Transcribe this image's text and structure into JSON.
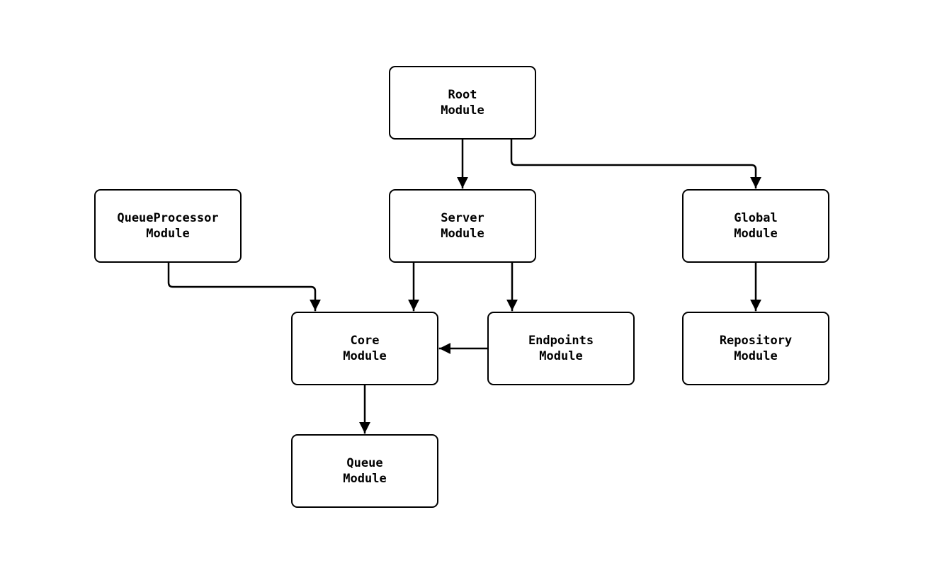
{
  "diagram": {
    "type": "flowchart",
    "direction": "top-down",
    "colors": {
      "background": "#ffffff",
      "node_fill": "#ffffff",
      "node_border": "#000000",
      "edge": "#000000",
      "text": "#000000"
    },
    "nodes": {
      "root": {
        "line1": "Root",
        "line2": "Module"
      },
      "queue_processor": {
        "line1": "QueueProcessor",
        "line2": "Module"
      },
      "server": {
        "line1": "Server",
        "line2": "Module"
      },
      "global": {
        "line1": "Global",
        "line2": "Module"
      },
      "core": {
        "line1": "Core",
        "line2": "Module"
      },
      "endpoints": {
        "line1": "Endpoints",
        "line2": "Module"
      },
      "repository": {
        "line1": "Repository",
        "line2": "Module"
      },
      "queue": {
        "line1": "Queue",
        "line2": "Module"
      }
    },
    "edges": [
      {
        "from": "Root Module",
        "to": "Server Module"
      },
      {
        "from": "Root Module",
        "to": "Global Module"
      },
      {
        "from": "QueueProcessor Module",
        "to": "Core Module"
      },
      {
        "from": "Server Module",
        "to": "Core Module"
      },
      {
        "from": "Server Module",
        "to": "Endpoints Module"
      },
      {
        "from": "Endpoints Module",
        "to": "Core Module"
      },
      {
        "from": "Core Module",
        "to": "Queue Module"
      },
      {
        "from": "Global Module",
        "to": "Repository Module"
      }
    ]
  }
}
